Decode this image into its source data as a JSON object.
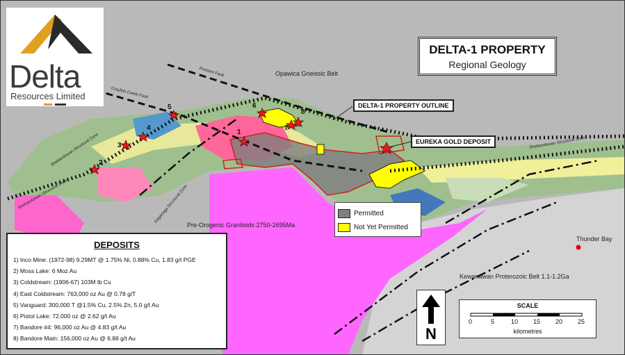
{
  "logo": {
    "word": "Delta",
    "subtitle": "Resources Limited"
  },
  "title": {
    "main": "DELTA-1 PROPERTY",
    "sub": "Regional Geology"
  },
  "callouts": {
    "outline": "DELTA-1 PROPERTY OUTLINE",
    "eureka": "EUREKA GOLD DEPOSIT"
  },
  "regions": {
    "opawica": "Opawica Gneissic Belt",
    "granitoids": "Pre-Orogenic Granitoids 2750-2695Ma",
    "kewanawan": "Kewanawan Proterozoic Belt 1.1-1.2Ga",
    "thunder_bay": "Thunder Bay"
  },
  "faults": {
    "postans": "Postans Fault",
    "crayfish": "Crayfish Creek Fault",
    "shebandowan_left": "Shebandowan Structural Zone",
    "shebandowan_left2": "Shebandowan Structural Zone",
    "shebandowan_right": "Shebandowan Structural Zone",
    "saganaga": "Saganaga Structural Zone"
  },
  "legend": {
    "items": [
      {
        "label": "Permitted",
        "color": "#808080"
      },
      {
        "label": "Not Yet Permitted",
        "color": "#ffff00"
      }
    ]
  },
  "deposits": {
    "title": "DEPOSITS",
    "items": [
      "1) Inco Mine: (1972-98) 9.29MT @ 1.75% Ni, 0.88% Cu, 1.83 g/t PGE",
      "2) Moss Lake: 6 Moz Au",
      "3) Coldstream: (1906-67) 103M lb Cu",
      "4) East Coldstream: 763,000 oz Au @ 0.78 g/T",
      "5) Vanguard: 300,000 T @1.5% Cu, 2.5% Zn, 5.0 g/t Au",
      "6) Pistol Lake: 72,000 oz @ 2.62 g/t Au",
      "7) Bandore #4: 96,000 oz Au @ 4.83 g/t Au",
      "8) Bandore Main: 156,000 oz Au @ 6.86 g/t Au"
    ]
  },
  "map_numbers": [
    "1",
    "2",
    "3",
    "4",
    "5",
    "6",
    "7",
    "8"
  ],
  "north": {
    "letter": "N"
  },
  "scale": {
    "title": "SCALE",
    "ticks": [
      "0",
      "5",
      "10",
      "15",
      "20",
      "25"
    ],
    "unit": "kilometres"
  }
}
